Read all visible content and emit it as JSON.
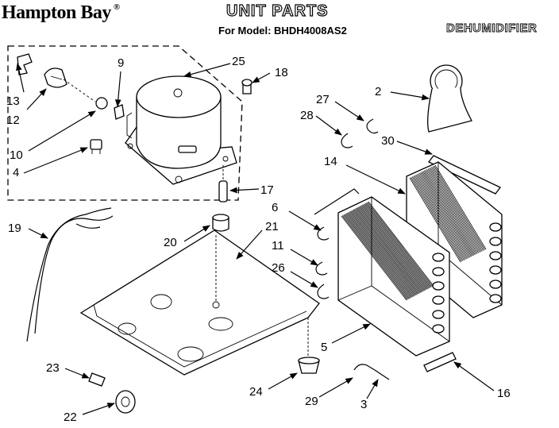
{
  "header": {
    "brand": "Hampton Bay",
    "brand_mark": "®",
    "title": "UNIT PARTS",
    "model_line": "For Model: BHDH4008AS2",
    "product": "DEHUMIDIFIER"
  },
  "callouts": [
    {
      "id": "c13",
      "label": "13"
    },
    {
      "id": "c12",
      "label": "12"
    },
    {
      "id": "c9",
      "label": "9"
    },
    {
      "id": "c25",
      "label": "25"
    },
    {
      "id": "c18",
      "label": "18"
    },
    {
      "id": "c2",
      "label": "2"
    },
    {
      "id": "c27",
      "label": "27"
    },
    {
      "id": "c28",
      "label": "28"
    },
    {
      "id": "c30",
      "label": "30"
    },
    {
      "id": "c10",
      "label": "10"
    },
    {
      "id": "c14",
      "label": "14"
    },
    {
      "id": "c4",
      "label": "4"
    },
    {
      "id": "c17",
      "label": "17"
    },
    {
      "id": "c6",
      "label": "6"
    },
    {
      "id": "c19",
      "label": "19"
    },
    {
      "id": "c21",
      "label": "21"
    },
    {
      "id": "c20",
      "label": "20"
    },
    {
      "id": "c11",
      "label": "11"
    },
    {
      "id": "c26",
      "label": "26"
    },
    {
      "id": "c5",
      "label": "5"
    },
    {
      "id": "c23",
      "label": "23"
    },
    {
      "id": "c24",
      "label": "24"
    },
    {
      "id": "c16",
      "label": "16"
    },
    {
      "id": "c29",
      "label": "29"
    },
    {
      "id": "c3",
      "label": "3"
    },
    {
      "id": "c22",
      "label": "22"
    }
  ]
}
